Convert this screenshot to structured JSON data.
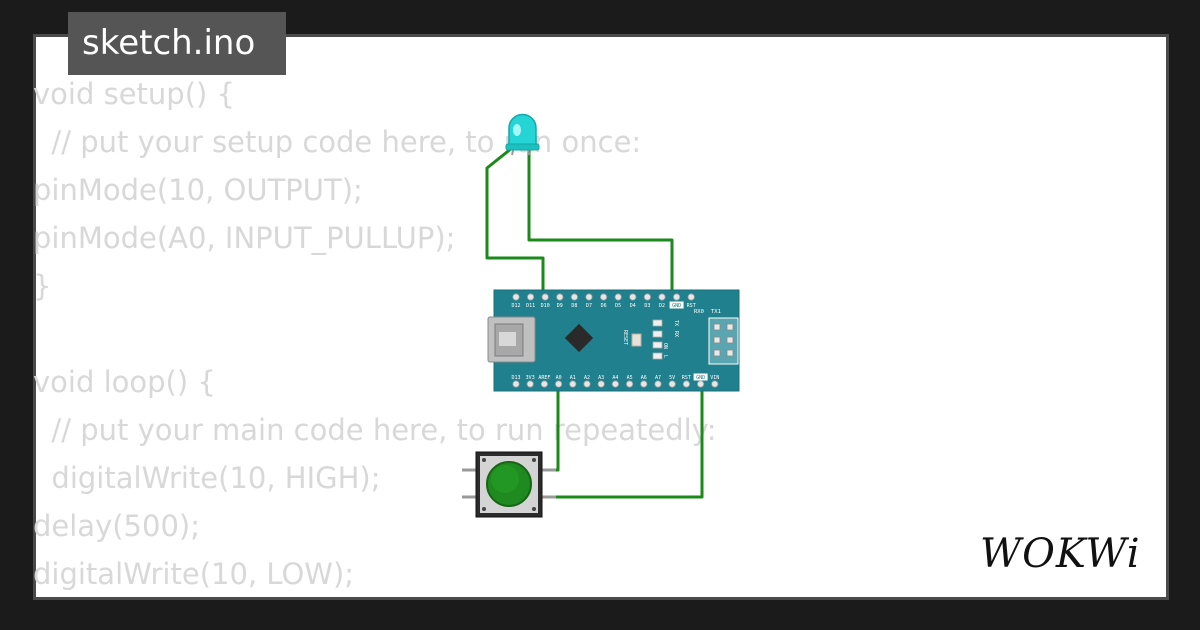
{
  "file_tab": {
    "name": "sketch.ino"
  },
  "code_lines": [
    "void setup() {",
    "  // put your setup code here, to run once:",
    "pinMode(10, OUTPUT);",
    "pinMode(A0, INPUT_PULLUP);",
    "}",
    "",
    "void loop() {",
    "  // put your main code here, to run repeatedly:",
    "  digitalWrite(10, HIGH);",
    "delay(500);",
    "digitalWrite(10, LOW);"
  ],
  "board": {
    "top_pins": [
      "D12",
      "D11",
      "D10",
      "D9",
      "D8",
      "D7",
      "D6",
      "D5",
      "D4",
      "D3",
      "D2",
      "GND",
      "RST"
    ],
    "bottom_pins": [
      "D13",
      "3V3",
      "AREF",
      "A0",
      "A1",
      "A2",
      "A3",
      "A4",
      "A5",
      "A6",
      "A7",
      "5V",
      "RST",
      "GND",
      "VIN"
    ],
    "rx_label": "RX0",
    "tx_label": "TX1",
    "reset_label": "RESET",
    "tx_led_label": "TX",
    "rx_led_label": "RX",
    "on_label": "ON",
    "l_label": "L",
    "color": "#20808d"
  },
  "logo": {
    "text": "WOKWi"
  },
  "colors": {
    "background": "#1b1b1b",
    "wire": "#1a8a1a",
    "led": "#25d4d4",
    "button_cap": "#1f8a1f"
  }
}
